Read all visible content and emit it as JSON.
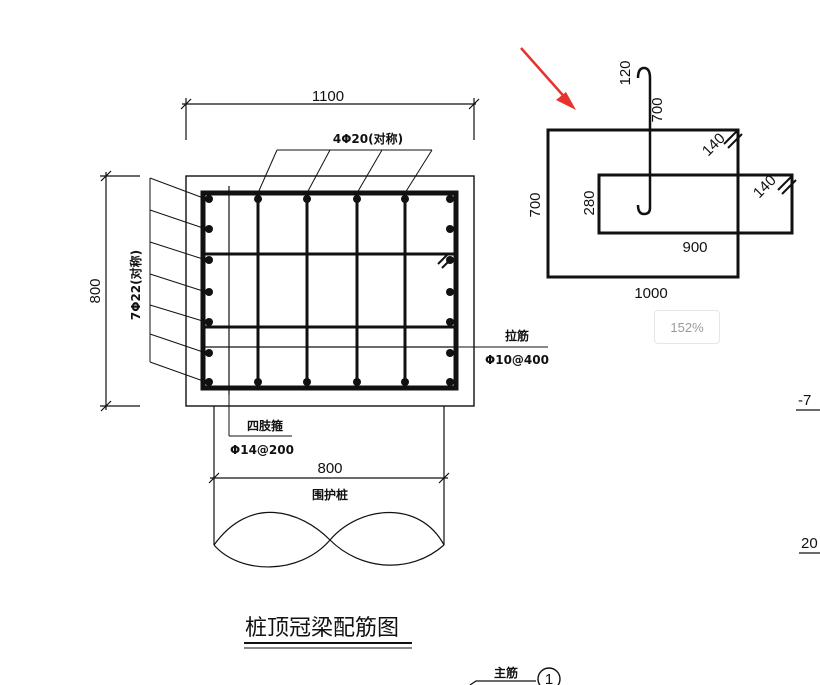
{
  "section": {
    "width_dim": "1100",
    "height_dim": "800",
    "top_bars": "4Φ20(对称)",
    "side_bars": "7Φ22(对称)",
    "tie_title": "拉筋",
    "tie_spec": "Φ10@400",
    "stirrup_title": "四肢箍",
    "stirrup_spec": "Φ14@200",
    "pile_dim": "800",
    "pile_label": "围护桩"
  },
  "detail": {
    "hook": "120",
    "bar_len": "700",
    "outer_h": "700",
    "inner_h": "280",
    "hook_a": "140",
    "hook_b": "140",
    "inner_w": "900",
    "outer_w": "1000"
  },
  "zoom_level": "152%",
  "title": "桩顶冠梁配筋图",
  "bottom": {
    "main_bar": "主筋",
    "circle_no": "1"
  },
  "edge_labels": [
    "-7",
    "20"
  ],
  "colors": {
    "arrow": "#e8322c",
    "ink": "#111111"
  }
}
